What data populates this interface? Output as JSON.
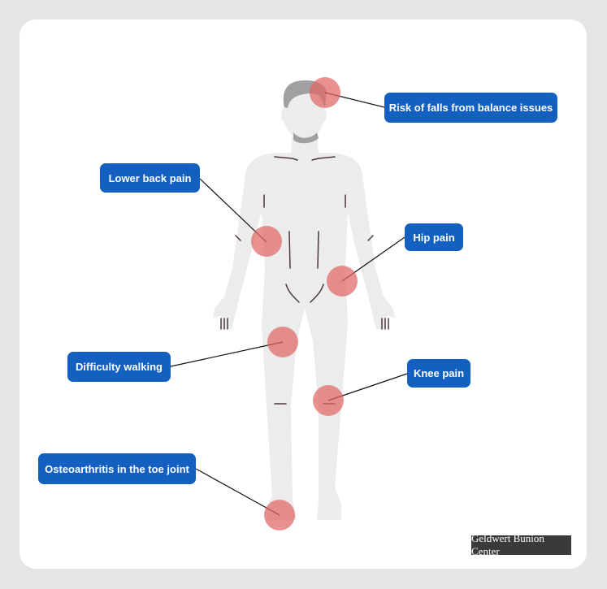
{
  "labels": {
    "head": "Risk of falls from balance issues",
    "back": "Lower back pain",
    "hip": "Hip pain",
    "walking": "Difficulty walking",
    "knee": "Knee pain",
    "toe": "Osteoarthritis in the toe joint"
  },
  "watermark": "Geldwert Bunion Center",
  "colors": {
    "label_bg": "#1460c0",
    "marker": "#e06666",
    "body": "#ececec",
    "hair": "#a0a0a0"
  }
}
